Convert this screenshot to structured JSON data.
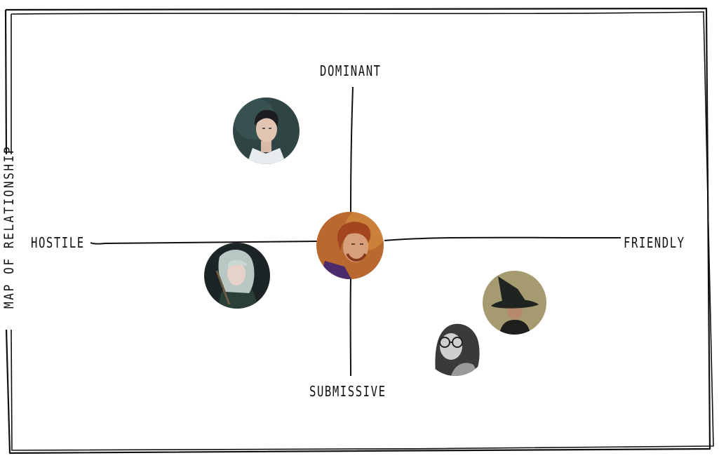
{
  "title": "MAP OF RELATIONSHIP",
  "axes": {
    "top": "DOMINANT",
    "bottom": "SUBMISSIVE",
    "left": "HOSTILE",
    "right": "FRIENDLY"
  },
  "characters": [
    {
      "id": "dark-haired-man",
      "portrait": "dark-haired-man-portrait",
      "x": -0.36,
      "y": 0.52
    },
    {
      "id": "red-haired-man",
      "portrait": "red-haired-man-portrait",
      "x": 0.0,
      "y": -0.02
    },
    {
      "id": "blonde-woman-wand",
      "portrait": "blonde-woman-with-wand-portrait",
      "x": -0.39,
      "y": -0.14
    },
    {
      "id": "witch-hat-woman",
      "portrait": "woman-in-witch-hat-portrait",
      "x": 0.59,
      "y": -0.33
    },
    {
      "id": "glasses-girl",
      "portrait": "girl-with-glasses-portrait",
      "x": 0.43,
      "y": -0.54
    }
  ],
  "colors": {
    "ink": "#111111",
    "background": "#ffffff"
  }
}
